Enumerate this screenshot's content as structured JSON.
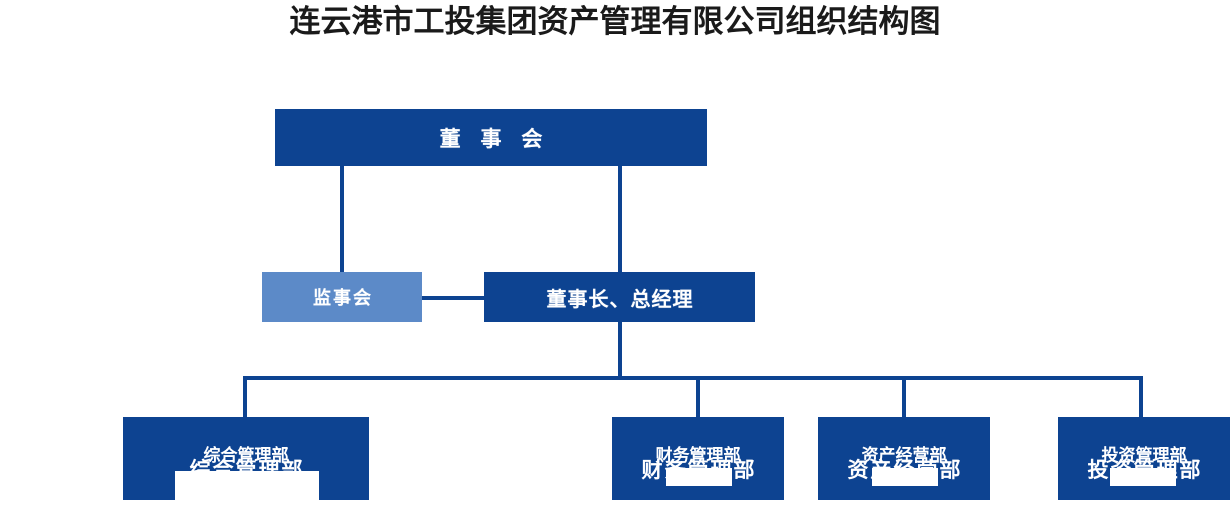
{
  "title": "连云港市工投集团资产管理有限公司组织结构图",
  "colors": {
    "primary_dark_blue": "#0d4391",
    "secondary_light_blue": "#5c8ac8",
    "text_on_node": "#ffffff",
    "title_text": "#1a1a1a",
    "background": "#ffffff"
  },
  "nodes": {
    "board": {
      "label": "董 事 会",
      "level": 1,
      "style": "dark"
    },
    "supervisory": {
      "label": "监事会",
      "level": 2,
      "style": "light"
    },
    "chairman": {
      "label": "董事长、总经理",
      "level": 2,
      "style": "dark"
    }
  },
  "departments": [
    {
      "label": "综合管理部",
      "label_duplicate": "综合管理部"
    },
    {
      "label": "财务管理部",
      "label_duplicate": "财务管理部"
    },
    {
      "label": "资产经营部",
      "label_duplicate": "资产经营部"
    },
    {
      "label": "投资管理部",
      "label_duplicate": "投资管理部"
    }
  ]
}
